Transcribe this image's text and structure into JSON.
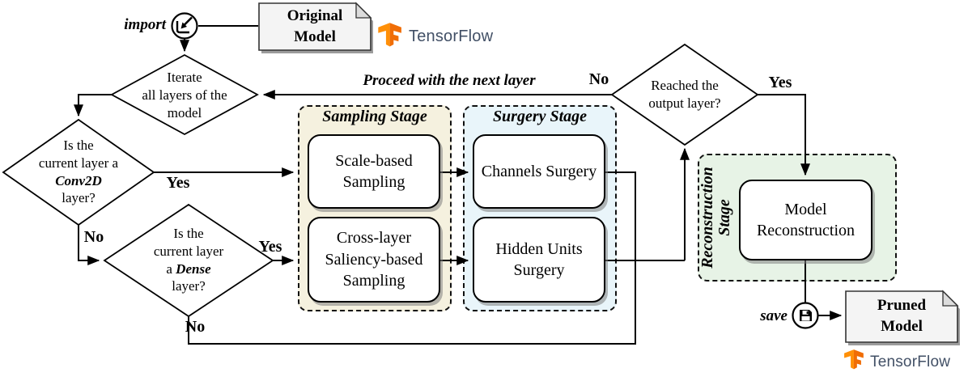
{
  "palette": {
    "sampling_stage_bg": "#f5f1df",
    "surgery_stage_bg": "#e9f5fa",
    "reconstruction_stage_bg": "#e7f3e6",
    "tensorflow_orange_light": "#ff9008",
    "tensorflow_orange_dark": "#f06d06",
    "tensorflow_text": "#425066",
    "line_color": "#000000"
  },
  "import_flow": {
    "label": "import",
    "doc_title": "Original Model",
    "tf_label": "TensorFlow"
  },
  "save_flow": {
    "label": "save",
    "doc_title": "Pruned Model",
    "tf_label": "TensorFlow"
  },
  "diamonds": {
    "iterate": {
      "lines": [
        "Iterate",
        "all layers of the",
        "model"
      ]
    },
    "conv2d": {
      "line1": "Is the",
      "line2": "current layer a",
      "keyword": "Conv2D",
      "line4": "layer?"
    },
    "dense": {
      "line1": "Is the",
      "line2": "current layer",
      "line3_prefix": "a ",
      "keyword": "Dense",
      "line4": "layer?"
    },
    "reached": {
      "line1": "Reached the",
      "line2": "output layer?"
    }
  },
  "stages": {
    "sampling": {
      "title": "Sampling Stage",
      "boxes": [
        "Scale-based Sampling",
        "Cross-layer Saliency-based Sampling"
      ]
    },
    "surgery": {
      "title": "Surgery Stage",
      "boxes": [
        "Channels Surgery",
        "Hidden Units Surgery"
      ]
    },
    "reconstruction": {
      "title_line1": "Reconstruction",
      "title_line2": "Stage",
      "boxes": [
        "Model Reconstruction"
      ]
    }
  },
  "edge_labels": {
    "proceed": "Proceed with the next layer",
    "conv2d_yes": "Yes",
    "conv2d_no": "No",
    "dense_yes": "Yes",
    "dense_no": "No",
    "reached_yes": "Yes",
    "reached_no": "No"
  }
}
